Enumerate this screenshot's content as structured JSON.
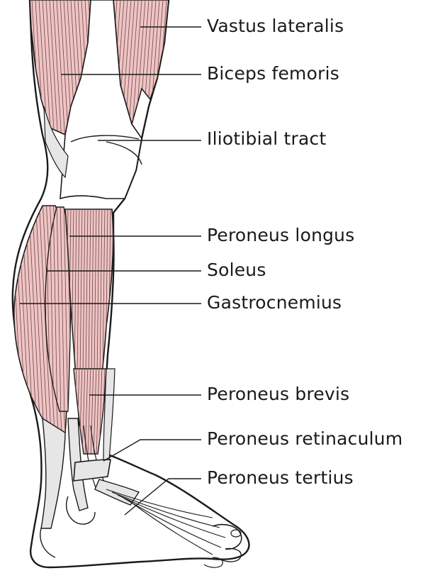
{
  "colors": {
    "muscle": "#f0c4c4",
    "tendon": "#e6e6e6",
    "skin": "#ffffff",
    "outline": "#1a1a1a",
    "fiber": "#6a4a4a"
  },
  "labels": {
    "vastus_lateralis": "Vastus lateralis",
    "biceps_femoris": "Biceps femoris",
    "iliotibial_tract": "Iliotibial tract",
    "peroneus_longus": "Peroneus longus",
    "soleus": "Soleus",
    "gastrocnemius": "Gastrocnemius",
    "peroneus_brevis": "Peroneus brevis",
    "peroneus_retinaculum": "Peroneus retinaculum",
    "peroneus_tertius": "Peroneus tertius"
  }
}
